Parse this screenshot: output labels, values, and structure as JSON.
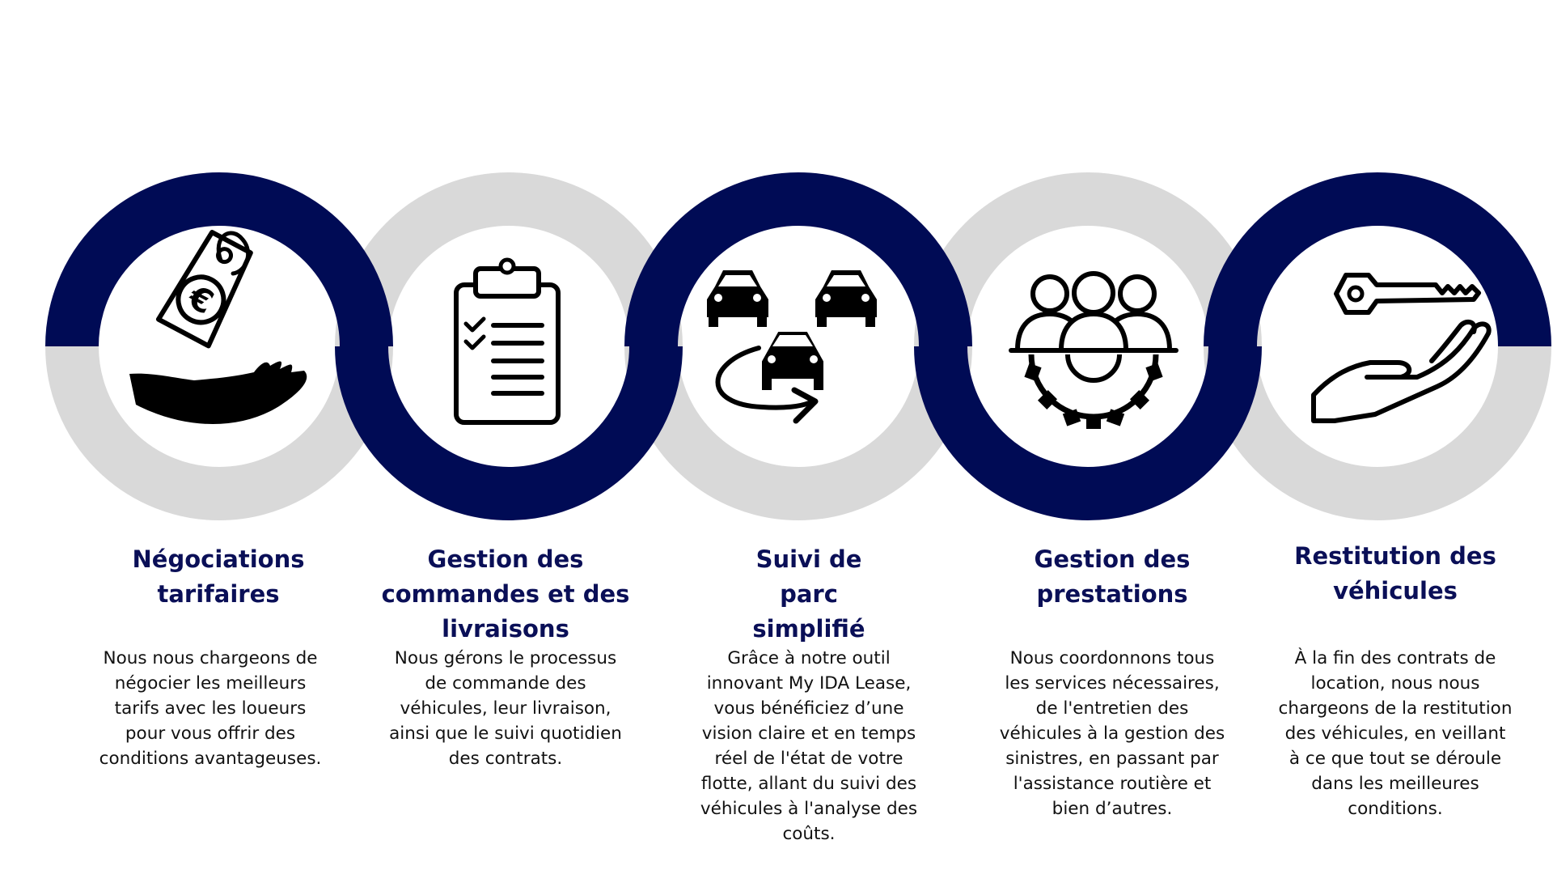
{
  "colors": {
    "navy": "#000b55",
    "grey": "#d9d9d9",
    "title": "#0a0f57",
    "text": "#111111",
    "icon": "#000000"
  },
  "steps": [
    {
      "icon": "price-tag-hand-icon",
      "title": "Négociations tarifaires",
      "description": "Nous nous chargeons de négocier les meilleurs tarifs avec les loueurs pour vous offrir des conditions avantageuses."
    },
    {
      "icon": "clipboard-checklist-icon",
      "title": "Gestion des commandes et des livraisons",
      "description": "Nous gérons le processus de commande des véhicules, leur livraison, ainsi que le suivi quotidien des contrats."
    },
    {
      "icon": "car-fleet-icon",
      "title": "Suivi de parc simplifié",
      "description": "Grâce à notre outil innovant My IDA Lease, vous bénéficiez d’une vision claire et en temps réel de l'état de votre flotte, allant du suivi des véhicules à l'analyse des coûts."
    },
    {
      "icon": "team-gear-icon",
      "title": "Gestion des prestations",
      "description": "Nous coordonnons tous les services nécessaires, de l'entretien des véhicules à la gestion des sinistres, en passant par l'assistance routière et bien d’autres."
    },
    {
      "icon": "key-hand-icon",
      "title": "Restitution des véhicules",
      "description": "À la fin des contrats de location, nous nous chargeons de la restitution des véhicules, en veillant à ce que tout se déroule dans les meilleures conditions."
    }
  ]
}
